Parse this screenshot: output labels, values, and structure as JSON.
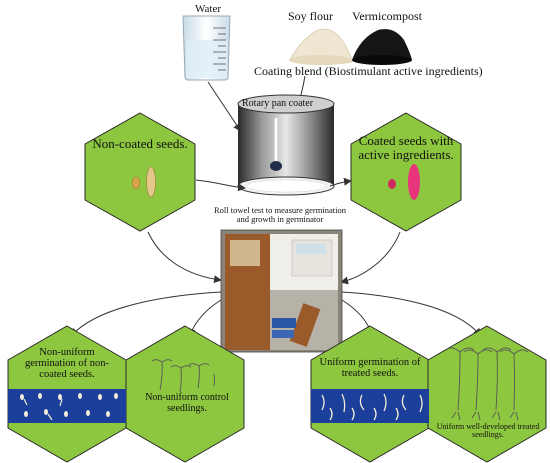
{
  "ingredients": {
    "water": "Water",
    "soy_flour": "Soy flour",
    "vermicompost": "Vermicompost",
    "coating_blend": "Coating blend (Biostimulant active ingredients)"
  },
  "coater": {
    "label": "Rotary pan coater"
  },
  "non_coated": {
    "label": "Non-coated seeds."
  },
  "coated": {
    "label": "Coated seeds with active ingredients."
  },
  "roll_towel": {
    "caption": "Roll towel test to measure germination and growth in germinator"
  },
  "outcomes": {
    "non_uniform_germination": "Non-uniform germination of non-coated seeds.",
    "non_uniform_seedlings": "Non-uniform control seedlings.",
    "uniform_germination": "Uniform germination of treated seeds.",
    "uniform_seedlings": "Uniform well-developed treated seedlings."
  },
  "colors": {
    "hex_fill": "#8dc63f",
    "hex_stroke": "#2b2b2b",
    "blue_towel": "#1b3f9a",
    "coated_seed": "#e8347a",
    "uncoated_seed": "#d9b36a"
  }
}
